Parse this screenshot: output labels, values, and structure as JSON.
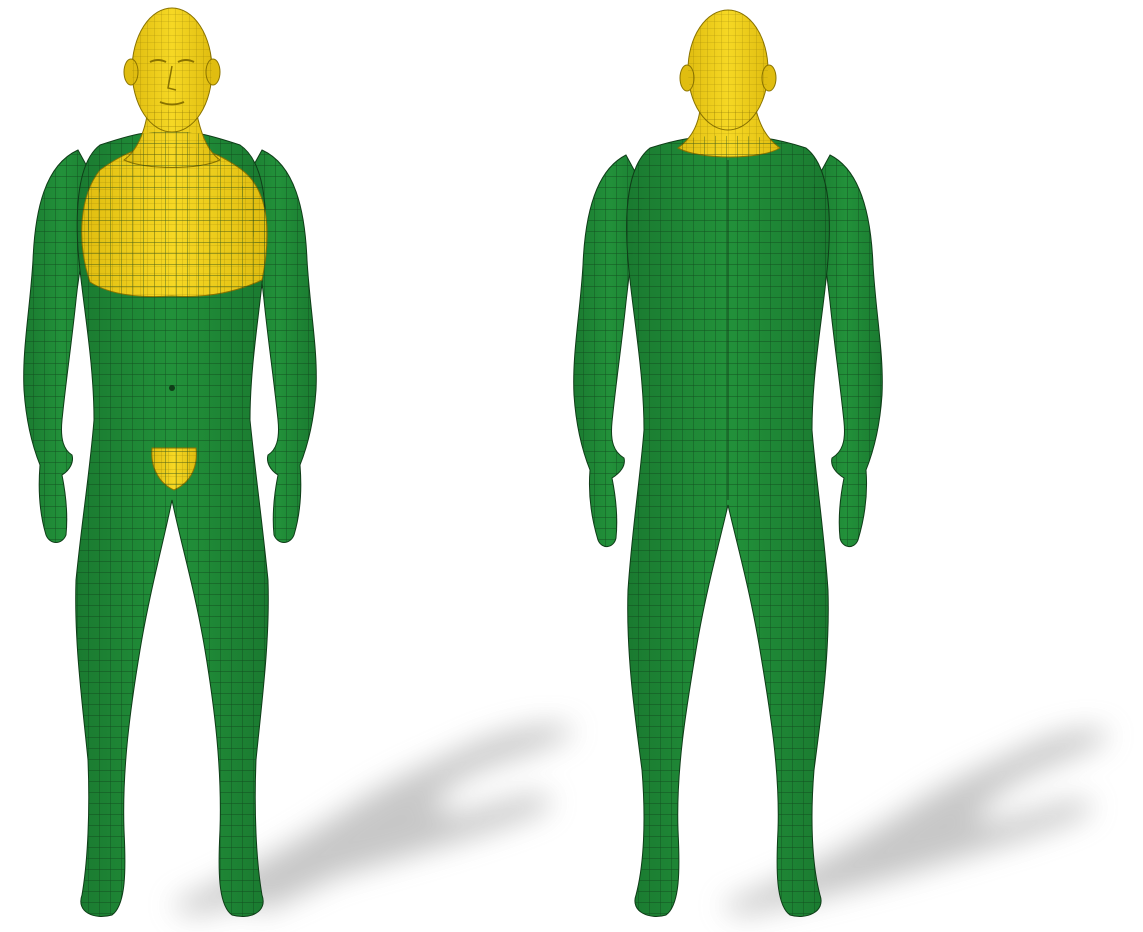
{
  "figures": [
    {
      "view": "front",
      "icon": "human-body-front-mesh"
    },
    {
      "view": "back",
      "icon": "human-body-back-mesh"
    }
  ],
  "colors": {
    "background": "#ffffff",
    "body_green": "#22913a",
    "body_green_dark": "#1a7a30",
    "highlight_yellow": "#f3d21b",
    "highlight_yellow_dark": "#e0bd10",
    "mesh_line": "#0f3d18",
    "shadow": "#9a9a9a"
  }
}
